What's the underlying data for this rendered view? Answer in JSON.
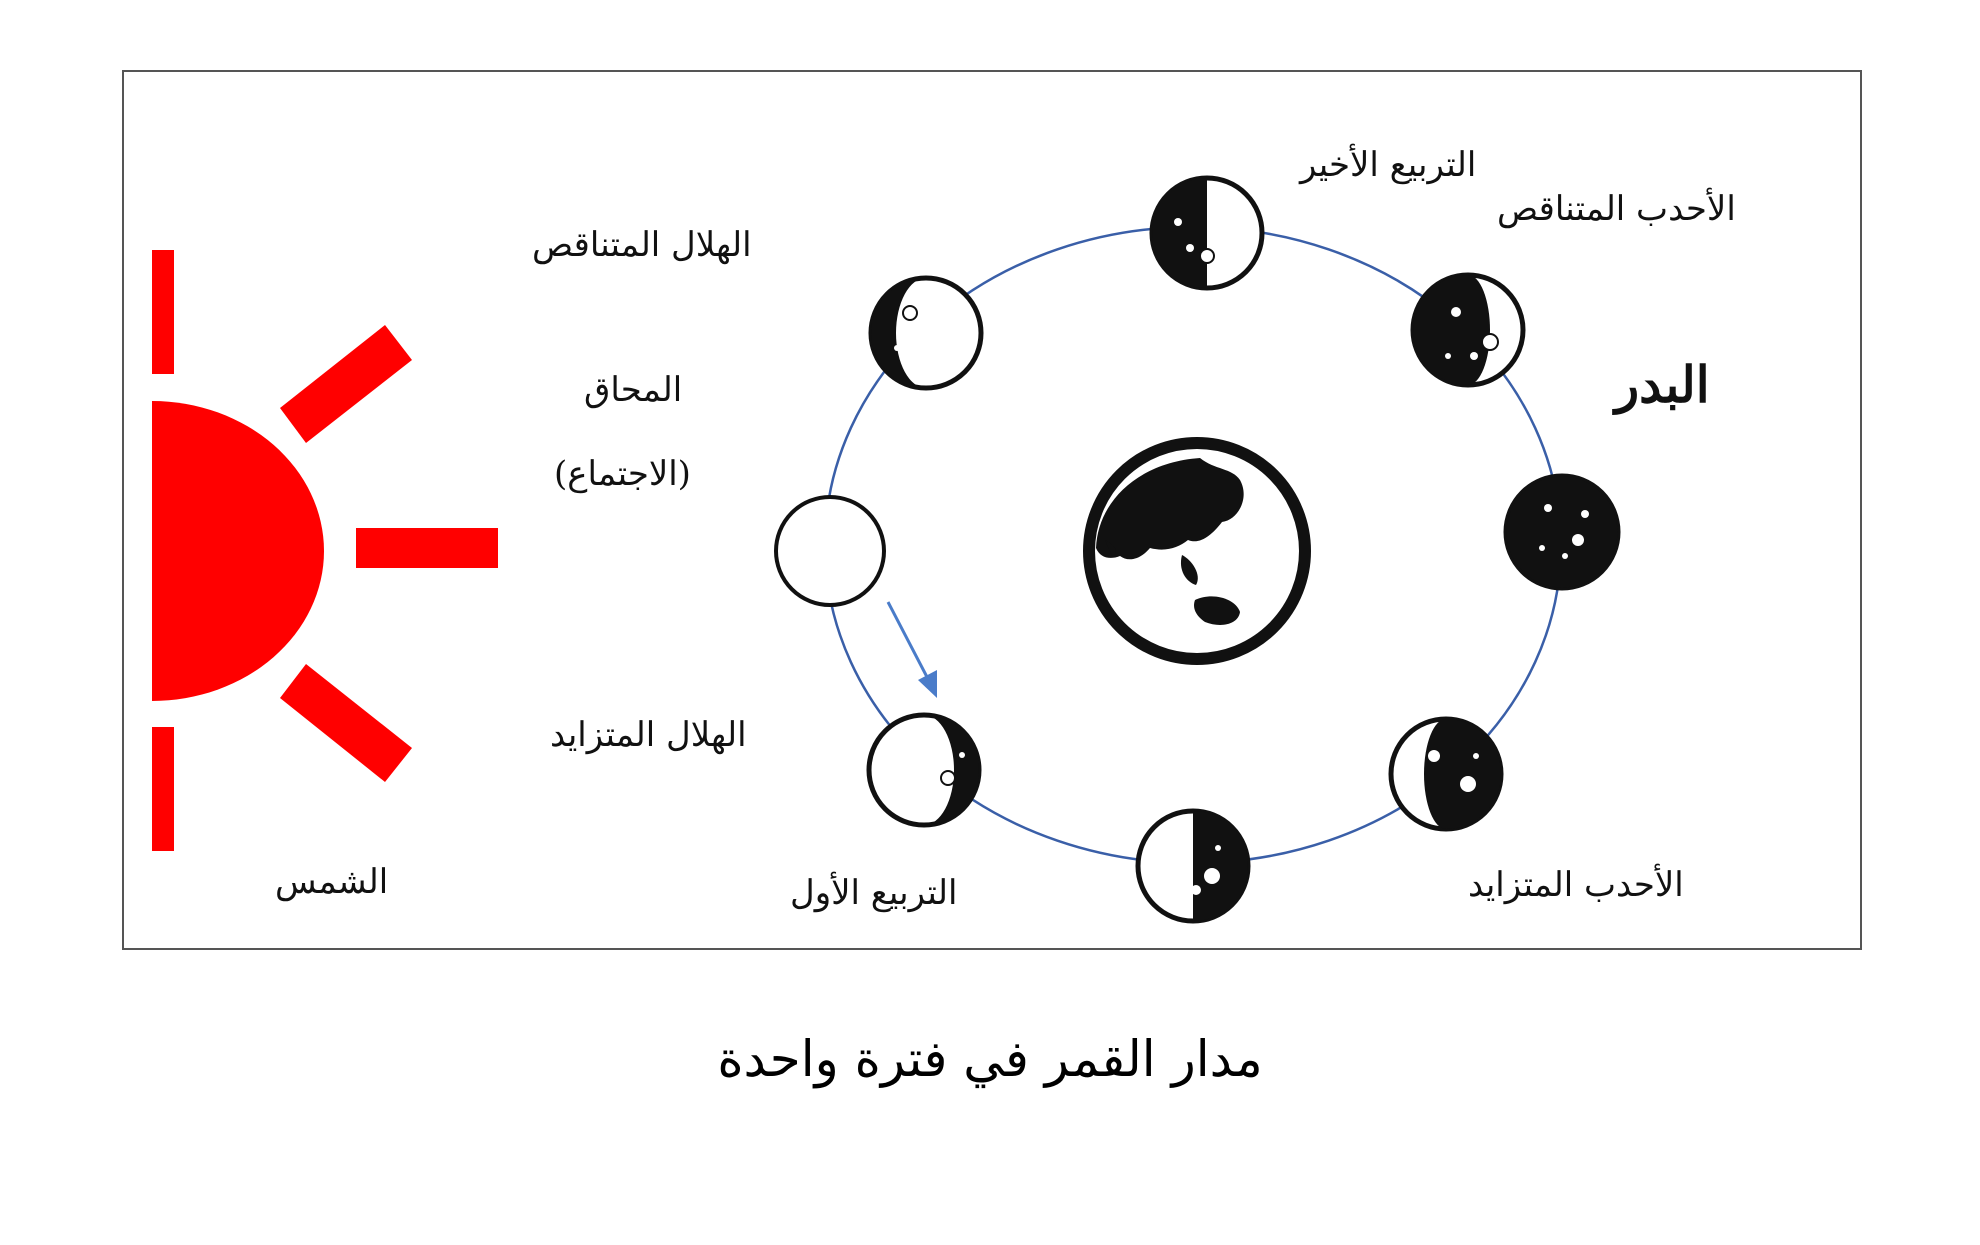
{
  "caption": "مدار القمر في فترة واحدة",
  "colors": {
    "sun": "#ff0000",
    "orbit": "#3a5fa8",
    "arrow": "#4a7cc9",
    "moon_dark": "#111111"
  },
  "labels": {
    "sun": "الشمس",
    "new_moon": "المحاق",
    "new_moon_alt": "(الاجتماع)",
    "waxing_crescent": "الهلال المتزايد",
    "first_quarter": "التربيع الأول",
    "waxing_gibbous": "الأحدب المتزايد",
    "full_moon": "البدر",
    "waning_gibbous": "الأحدب المتناقص",
    "last_quarter": "التربيع الأخير",
    "waning_crescent": "الهلال المتناقص"
  },
  "icons": {
    "sun": "sun-icon",
    "earth": "earth-globe-icon",
    "arrow": "orbit-direction-arrow-icon"
  }
}
